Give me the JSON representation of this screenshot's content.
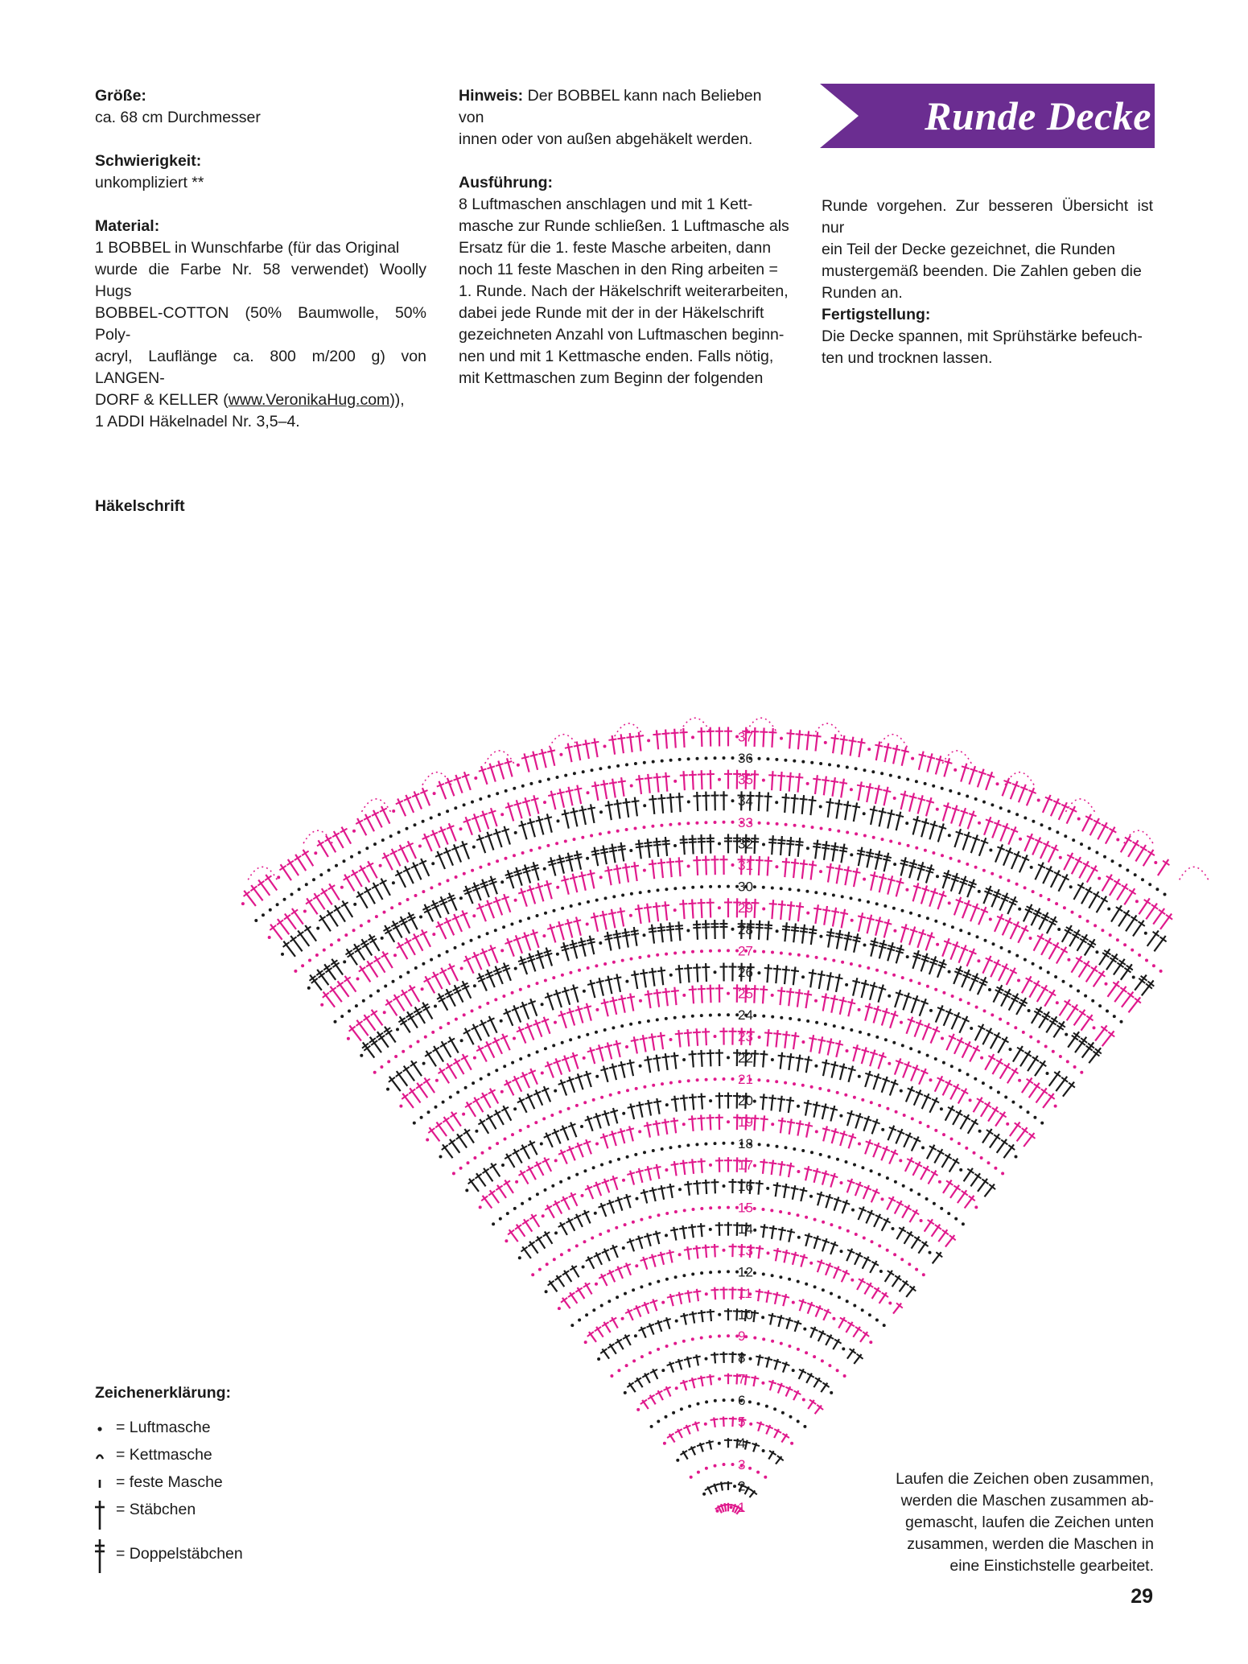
{
  "title": "Runde Decke",
  "colors": {
    "banner": "#6b2d91",
    "pink": "#e0198c",
    "black": "#1a1a1a"
  },
  "groesse": {
    "label": "Größe:",
    "value": "ca. 68 cm Durchmesser"
  },
  "schwierigkeit": {
    "label": "Schwierigkeit:",
    "value": "unkompliziert **"
  },
  "material": {
    "label": "Material:",
    "lines": [
      "1 BOBBEL in Wunschfarbe (für das Original",
      "wurde die Farbe Nr. 58 verwendet) Woolly Hugs",
      "BOBBEL-COTTON (50% Baumwolle, 50% Poly-",
      "acryl, Lauflänge ca. 800 m/200 g) von LANGEN-"
    ],
    "line5_pre": "DORF & KELLER (",
    "link": "www.VeronikaHug.com",
    "line5_post": ")),",
    "line6": "1 ADDI Häkelnadel Nr. 3,5–4."
  },
  "hinweis": {
    "label": "Hinweis:",
    "text1": " Der BOBBEL kann nach Belieben von",
    "text2": "innen oder von außen abgehäkelt werden."
  },
  "ausfuehrung": {
    "label": "Ausführung:",
    "lines": [
      "8 Luftmaschen anschlagen und mit 1 Kett-",
      "masche zur Runde schließen. 1 Luftmasche als",
      "Ersatz für die 1. feste Masche arbeiten, dann",
      "noch 11 feste Maschen in den Ring arbeiten =",
      "1. Runde. Nach der Häkelschrift weiterarbeiten,",
      "dabei jede Runde mit der in der Häkelschrift",
      "gezeichneten Anzahl von Luftmaschen beginn-",
      "nen und mit 1 Kettmasche enden. Falls nötig,",
      "mit Kettmaschen zum Beginn der folgenden"
    ],
    "cont_lines": [
      "Runde vorgehen. Zur besseren Übersicht ist nur",
      "ein Teil der Decke gezeichnet, die Runden",
      "mustergemäß beenden. Die Zahlen geben die",
      "Runden an."
    ]
  },
  "fertigstellung": {
    "label": "Fertigstellung:",
    "lines": [
      "Die Decke spannen, mit Sprühstärke befeuch-",
      "ten und trocknen lassen."
    ]
  },
  "chart_label": "Häkelschrift",
  "rounds": [
    "1",
    "2",
    "3",
    "4",
    "5",
    "6",
    "7",
    "8",
    "9",
    "10",
    "11",
    "12",
    "13",
    "14",
    "15",
    "16",
    "17",
    "18",
    "19",
    "20",
    "21",
    "22",
    "23",
    "24",
    "25",
    "26",
    "27",
    "28",
    "29",
    "30",
    "31",
    "32",
    "33",
    "34",
    "35",
    "36",
    "37"
  ],
  "legend": {
    "title": "Zeichenerklärung:",
    "items": [
      {
        "text": "= Luftmasche",
        "icon": "dot-icon"
      },
      {
        "text": "= Kettmasche",
        "icon": "arc-icon"
      },
      {
        "text": "= feste Masche",
        "icon": "bar-icon"
      },
      {
        "text": "= Stäbchen",
        "icon": "cross-icon"
      },
      {
        "text": "= Doppelstäbchen",
        "icon": "double-cross-icon"
      }
    ]
  },
  "note_lines": [
    "Laufen die Zeichen oben zusammen,",
    "werden die Maschen zusammen ab-",
    "gemascht, laufen die Zeichen unten",
    "zusammen, werden die Maschen in",
    "eine Einstichstelle gearbeitet."
  ],
  "page_number": "29"
}
